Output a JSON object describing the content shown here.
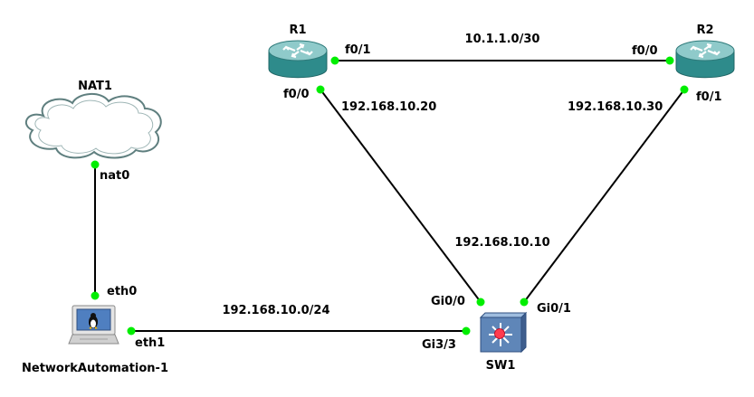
{
  "nodes": {
    "r1": {
      "name": "R1"
    },
    "r2": {
      "name": "R2"
    },
    "nat1": {
      "name": "NAT1"
    },
    "sw1": {
      "name": "SW1"
    },
    "host": {
      "name": "NetworkAutomation-1"
    }
  },
  "interfaces": {
    "r1_f01": "f0/1",
    "r1_f00": "f0/0",
    "r2_f00": "f0/0",
    "r2_f01": "f0/1",
    "nat1_nat0": "nat0",
    "host_eth0": "eth0",
    "host_eth1": "eth1",
    "sw1_gi00": "Gi0/0",
    "sw1_gi01": "Gi0/1",
    "sw1_gi33": "Gi3/3"
  },
  "networks": {
    "r1_r2": "10.1.1.0/30",
    "r1_ip": "192.168.10.20",
    "r2_ip": "192.168.10.30",
    "sw1_ip": "192.168.10.10",
    "host_sw1": "192.168.10.0/24"
  },
  "colors": {
    "link_dot": "#00ee00",
    "router_body": "#2e8b8b",
    "router_top": "#8fcaca",
    "switch_body": "#5f86b8",
    "cloud_stroke": "#5f7f7f"
  },
  "icons": {
    "router": "router-icon",
    "switch": "switch-icon",
    "cloud": "cloud-icon",
    "host": "linux-laptop-icon"
  }
}
